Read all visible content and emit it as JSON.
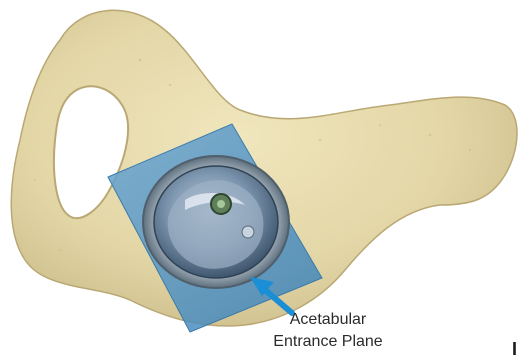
{
  "figure": {
    "callout": {
      "line1": "Acetabular",
      "line2": "Entrance Plane"
    },
    "edge_fragment": "I"
  },
  "colors": {
    "bone": "#e3d6a6",
    "bone_shadow": "#c8b886",
    "plane": "#4f93c4",
    "arrow": "#1a8fd6",
    "implant": "#7e97b0",
    "implant_dark": "#3f566e",
    "label_text": "#2b2b2b"
  }
}
